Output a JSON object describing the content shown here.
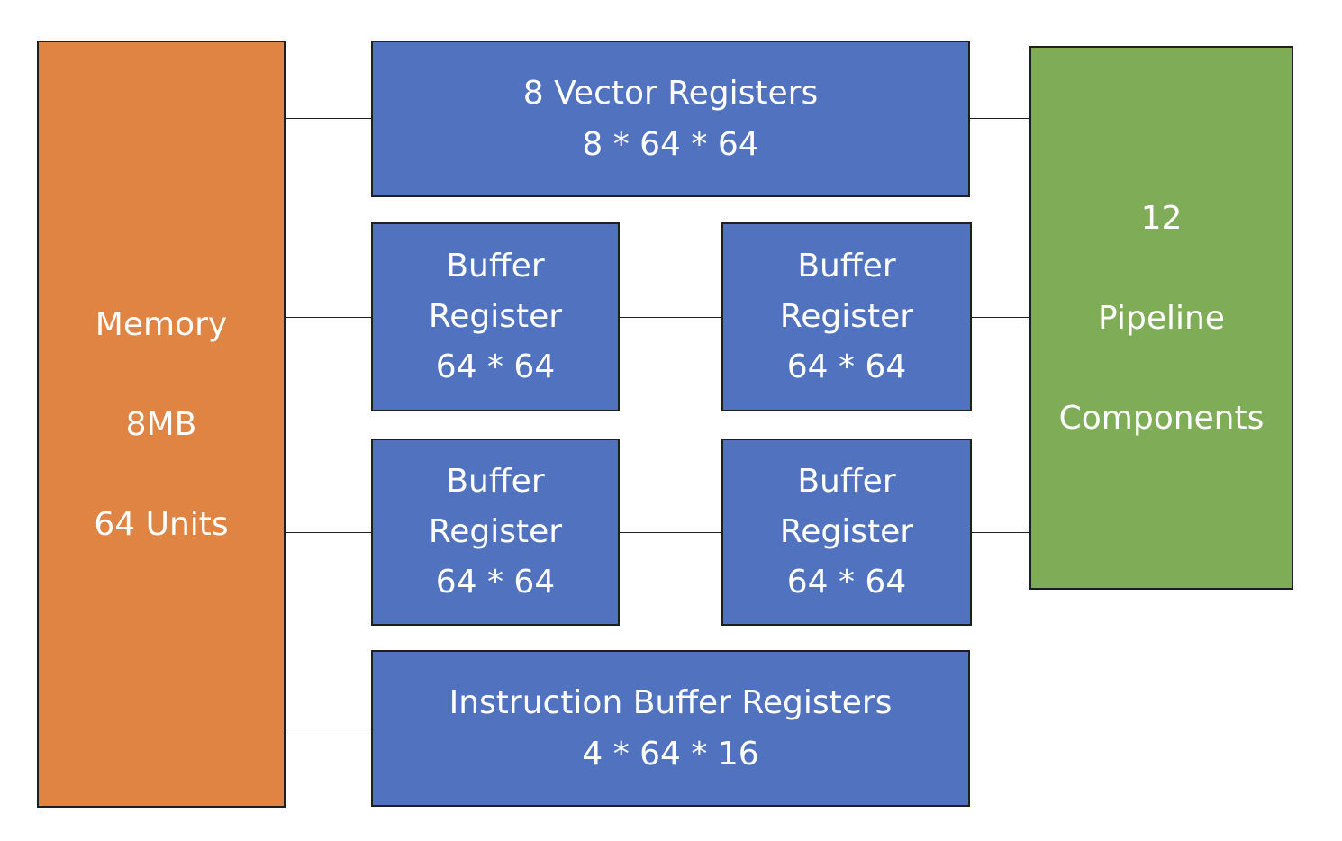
{
  "memory": {
    "lines": [
      "Memory",
      "8MB",
      "64 Units"
    ],
    "color": "#df8443"
  },
  "vector_registers": {
    "lines": [
      "8 Vector Registers",
      "8 * 64 * 64"
    ],
    "color": "#5072bf"
  },
  "buffer_registers": [
    {
      "lines": [
        "Buffer",
        "Register",
        "64 * 64"
      ]
    },
    {
      "lines": [
        "Buffer",
        "Register",
        "64 * 64"
      ]
    },
    {
      "lines": [
        "Buffer",
        "Register",
        "64 * 64"
      ]
    },
    {
      "lines": [
        "Buffer",
        "Register",
        "64 * 64"
      ]
    }
  ],
  "instruction_buffer": {
    "lines": [
      "Instruction Buffer Registers",
      "4 * 64 * 16"
    ],
    "color": "#5072bf"
  },
  "pipeline": {
    "lines": [
      "12",
      "Pipeline",
      "Components"
    ],
    "color": "#7fac57"
  },
  "connector_color": "#1f1f1f"
}
